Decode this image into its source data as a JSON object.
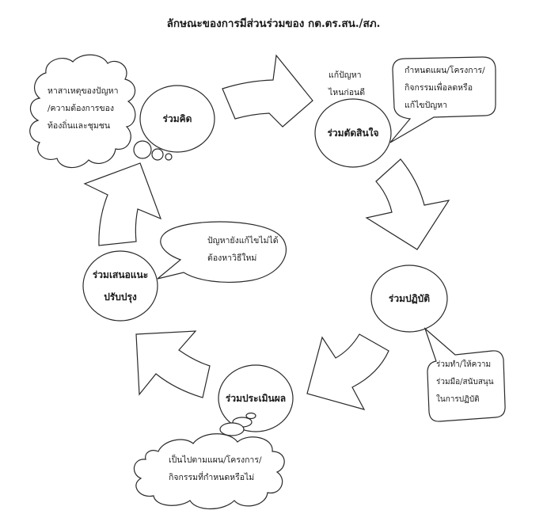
{
  "title": "ลักษณะของการมีส่วนร่วมของ กต.ตร.สน./สภ.",
  "colors": {
    "stroke": "#2a2a2a",
    "fill": "#ffffff",
    "text": "#1a1a1a",
    "background": "#ffffff"
  },
  "cycle": {
    "direction": "clockwise",
    "stages": [
      {
        "id": "think",
        "label": [
          "ร่วมคิด"
        ],
        "note_shape": "thought-cloud",
        "note": [
          "หาสาเหตุของปัญหา",
          "/ความต้องการของ",
          "ท้องถิ่นและชุมชน"
        ]
      },
      {
        "id": "decide",
        "label": [
          "ร่วมตัดสินใจ"
        ],
        "question": [
          "แก้ปัญหา",
          "ไหนก่อนดี"
        ],
        "note_shape": "rounded-callout",
        "note": [
          "กำหนดแผน/โครงการ/",
          "กิจกรรมเพื่อลดหรือ",
          "แก้ไขปัญหา"
        ]
      },
      {
        "id": "implement",
        "label": [
          "ร่วมปฏิบัติ"
        ],
        "note_shape": "rounded-callout",
        "note": [
          "ร่วมทำ/ให้ความ",
          "ร่วมมือ/สนับสนุน",
          "ในการปฏิบัติ"
        ]
      },
      {
        "id": "evaluate",
        "label": [
          "ร่วมประเมินผล"
        ],
        "note_shape": "thought-cloud",
        "note": [
          "เป็นไปตามแผน/โครงการ/",
          "กิจกรรมที่กำหนดหรือไม่"
        ]
      },
      {
        "id": "improve",
        "label": [
          "ร่วมเสนอแนะ",
          "ปรับปรุง"
        ],
        "note_shape": "oval-callout",
        "note": [
          "ปัญหายังแก้ไขไม่ได้",
          "ต้องหาวิธีใหม่"
        ]
      }
    ],
    "arrows": [
      {
        "from": "think",
        "to": "decide",
        "points": "right"
      },
      {
        "from": "decide",
        "to": "implement",
        "points": "down"
      },
      {
        "from": "implement",
        "to": "evaluate",
        "points": "down-left"
      },
      {
        "from": "evaluate",
        "to": "improve",
        "points": "up-left"
      },
      {
        "from": "improve",
        "to": "think",
        "points": "up"
      }
    ]
  }
}
